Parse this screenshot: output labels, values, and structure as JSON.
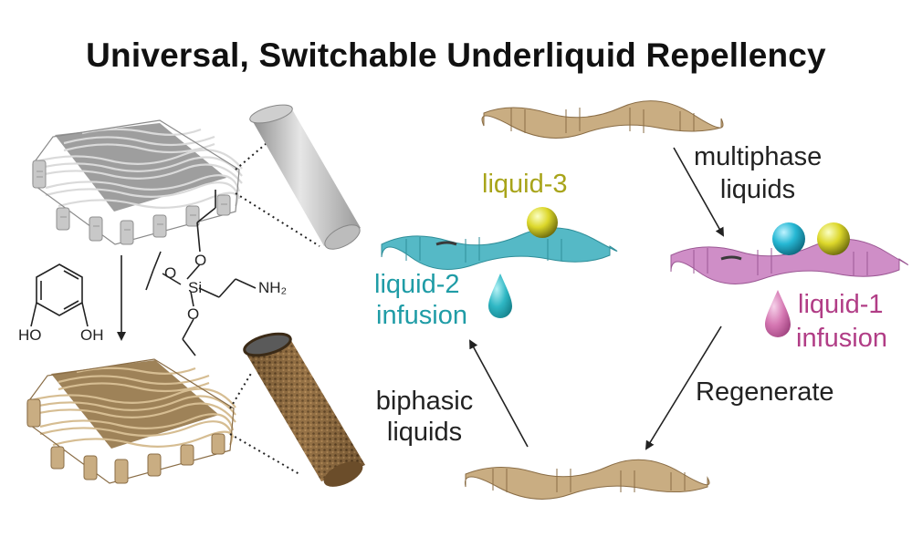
{
  "title": "Universal, Switchable Underliquid Repellency",
  "labels": {
    "liquid3": "liquid-3",
    "liquid2_line1": "liquid-2",
    "liquid2_line2": "infusion",
    "liquid1_line1": "liquid-1",
    "liquid1_line2": "infusion",
    "multiphase_line1": "multiphase",
    "multiphase_line2": "liquids",
    "biphasic_line1": "biphasic",
    "biphasic_line2": "liquids",
    "regenerate": "Regenerate"
  },
  "chemistry": {
    "catechol_oh_left": "HO",
    "catechol_oh_right": "OH",
    "silane_si": "Si",
    "silane_o_top": "O",
    "silane_o_left": "O",
    "silane_o_bottom": "O",
    "silane_nh2": "NH₂"
  },
  "colors": {
    "fabric_gray": "#b7b7b7",
    "fabric_tan": "#c9ad82",
    "fabric_teal": "#55b9c6",
    "fabric_pink": "#cf8ec7",
    "liquid2_text": "#1f9ca6",
    "liquid3_text": "#a8a41a",
    "liquid1_text": "#b13d86",
    "droplet_cyan": "#1fb5cf",
    "droplet_yellow": "#d9d82a",
    "droplet_pink": "#d77ab3",
    "fiber_dark": "#7a5a36"
  }
}
